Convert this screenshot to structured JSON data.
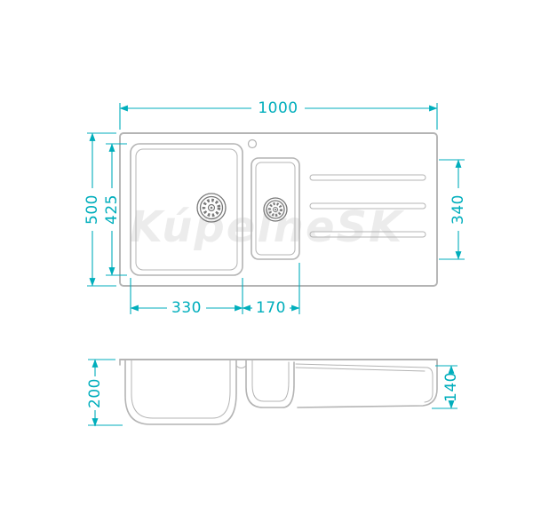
{
  "watermark": "KúpeľneSK",
  "colors": {
    "dimension": "#00aebc",
    "drawing": "#b4b4b4",
    "drain": "#787878",
    "watermark": "#dedede"
  },
  "dimensions": {
    "overall_width": "1000",
    "overall_depth": "500",
    "inner_depth": "425",
    "drainer_length": "340",
    "main_bowl_width": "330",
    "half_bowl_width": "170",
    "bowl_depth": "200",
    "end_depth": "140"
  }
}
